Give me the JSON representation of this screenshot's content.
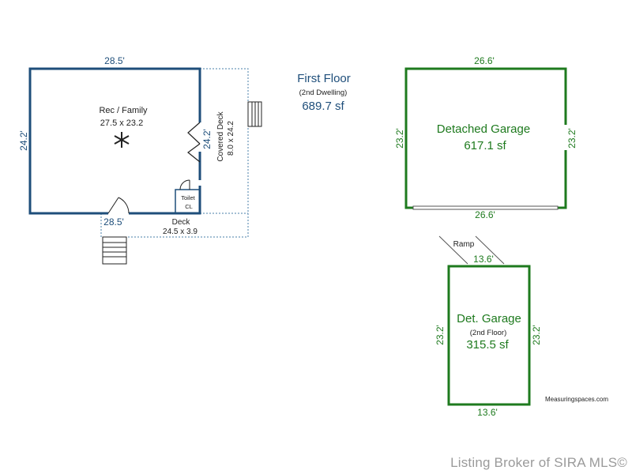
{
  "colors": {
    "first_floor_wall": "#1e4e7a",
    "garage_wall": "#1e7a1e",
    "deck_dash": "#4a7fa8",
    "text_blue": "#1e4e7a",
    "text_green": "#1e7a1e",
    "text_dark": "#222222",
    "watermark": "#9a9a9a"
  },
  "first_floor": {
    "title": "First Floor",
    "subtitle": "(2nd Dwelling)",
    "area": "689.7 sf",
    "dim_top": "28.5'",
    "dim_left": "24.2'",
    "dim_right": "24.2'",
    "dim_bottom": "28.5'",
    "room_name": "Rec / Family",
    "room_size": "27.5 x 23.2",
    "covered_deck_name": "Covered Deck",
    "covered_deck_size": "8.0 x 24.2",
    "deck_name": "Deck",
    "deck_size": "24.5 x 3.9",
    "toilet_label": "Toilet",
    "closet_label": "CL",
    "ceiling_fan_icon": "ceiling-fan-icon"
  },
  "detached_garage": {
    "name": "Detached Garage",
    "area": "617.1 sf",
    "dim_top": "26.6'",
    "dim_bottom": "26.6'",
    "dim_left": "23.2'",
    "dim_right": "23.2'",
    "ramp_label": "Ramp"
  },
  "det_garage_2nd": {
    "name": "Det. Garage",
    "subtitle": "(2nd Floor)",
    "area": "315.5 sf",
    "dim_top": "13.6'",
    "dim_bottom": "13.6'",
    "dim_left": "23.2'",
    "dim_right": "23.2'"
  },
  "credit": "Measuringspaces.com",
  "watermark": "Listing Broker of SIRA MLS©"
}
